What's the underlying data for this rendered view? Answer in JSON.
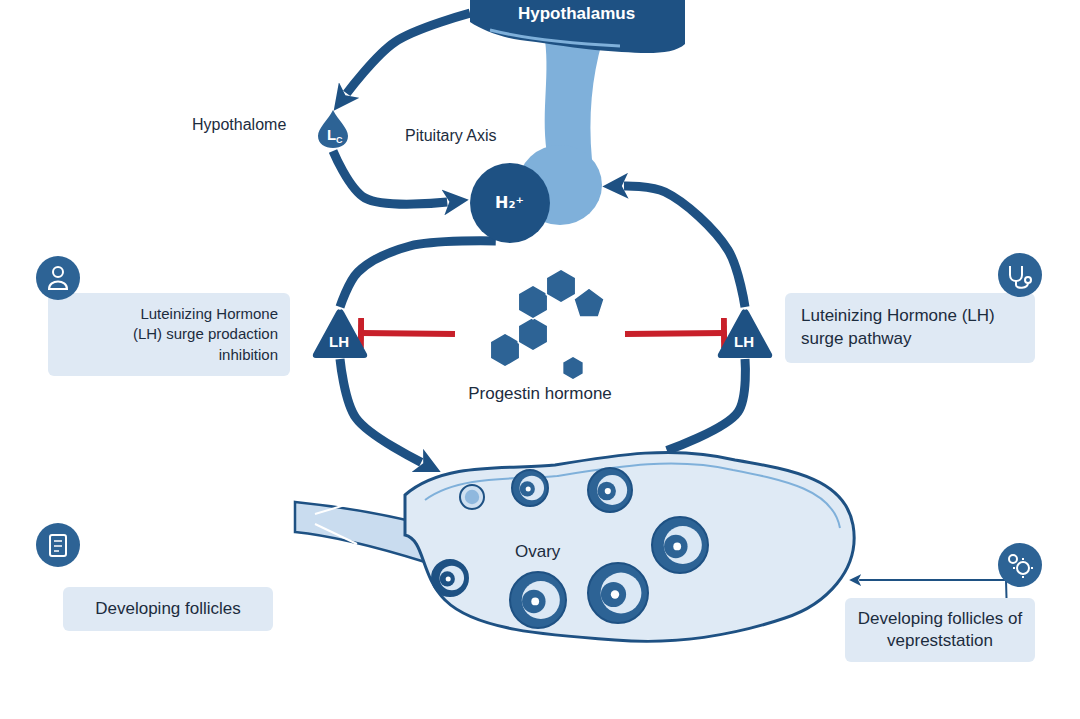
{
  "diagram": {
    "nodes": [
      {
        "text": [
          "Hypothalamus"
        ]
      },
      {
        "text": [
          "Hypothalome",
          "L",
          "C"
        ]
      },
      {
        "text": [
          "Pituitary Axis",
          "H₂⁺"
        ]
      },
      {
        "text": [
          "Luteinizing Hormone (LH) surge prodaction inhibition"
        ]
      },
      {
        "text": [
          "LH"
        ]
      },
      {
        "text": [
          "Progestin hormone"
        ]
      },
      {
        "text": [
          "LH"
        ]
      },
      {
        "text": [
          "Luteinizing Hormone (LH) surge pathway"
        ]
      },
      {
        "text": [
          "Ovary"
        ]
      },
      {
        "text": [
          "Developing follicles"
        ]
      },
      {
        "text": [
          "Developing follicles of vepreststation"
        ]
      }
    ],
    "edges": [
      {
        "from": 0,
        "to": 1,
        "arrow": "to"
      },
      {
        "from": 1,
        "to": 2,
        "arrow": "to"
      },
      {
        "from": 2,
        "to": 4,
        "arrow": "none"
      },
      {
        "from": 4,
        "to": 8,
        "arrow": "to"
      },
      {
        "from": 8,
        "to": 6,
        "arrow": "none"
      },
      {
        "from": 6,
        "to": 2,
        "arrow": "to"
      },
      {
        "from": 5,
        "to": 4,
        "arrow": "to"
      },
      {
        "from": 5,
        "to": 6,
        "arrow": "to"
      },
      {
        "from": 10,
        "to": 8,
        "arrow": "to"
      }
    ]
  }
}
